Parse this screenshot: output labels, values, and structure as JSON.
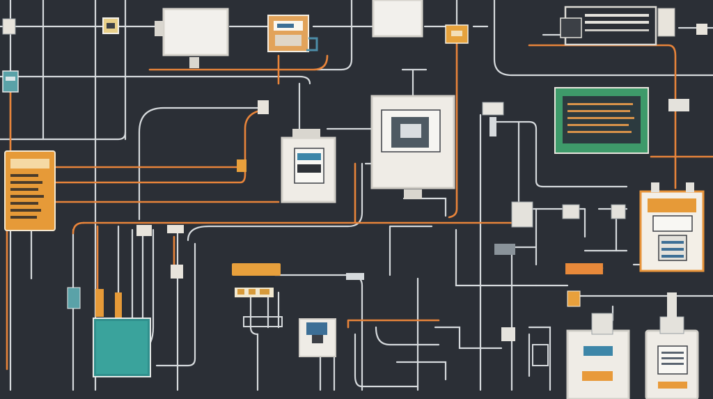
{
  "scene": {
    "palette": {
      "background": "#2b2f36",
      "wire_white": "#d9dde0",
      "wire_orange": "#e8843a",
      "panel_light": "#eceae4",
      "panel_orange": "#e8943a",
      "panel_teal": "#2f8f8c",
      "screen_green": "#3e9a6a",
      "screen_dark": "#2c3a3f",
      "accent_blue": "#3d7fa8"
    },
    "devices": [
      {
        "name": "top-left-monitor",
        "icon": "monitor-icon"
      },
      {
        "name": "top-center-cartridge",
        "icon": "cartridge-icon"
      },
      {
        "name": "top-center-screen",
        "icon": "screen-icon"
      },
      {
        "name": "top-right-rack-unit",
        "icon": "rack-unit-icon"
      },
      {
        "name": "left-orange-keypad",
        "icon": "keypad-icon"
      },
      {
        "name": "center-server-box",
        "icon": "server-icon"
      },
      {
        "name": "center-computer-monitor",
        "icon": "monitor-icon"
      },
      {
        "name": "right-green-display",
        "icon": "display-icon"
      },
      {
        "name": "right-orange-terminal",
        "icon": "terminal-icon"
      },
      {
        "name": "bottom-teal-box",
        "icon": "junction-box-icon"
      },
      {
        "name": "bottom-meter-module",
        "icon": "meter-icon"
      },
      {
        "name": "bottom-right-cabinet-a",
        "icon": "cabinet-icon"
      },
      {
        "name": "bottom-right-cabinet-b",
        "icon": "cabinet-icon"
      }
    ]
  }
}
